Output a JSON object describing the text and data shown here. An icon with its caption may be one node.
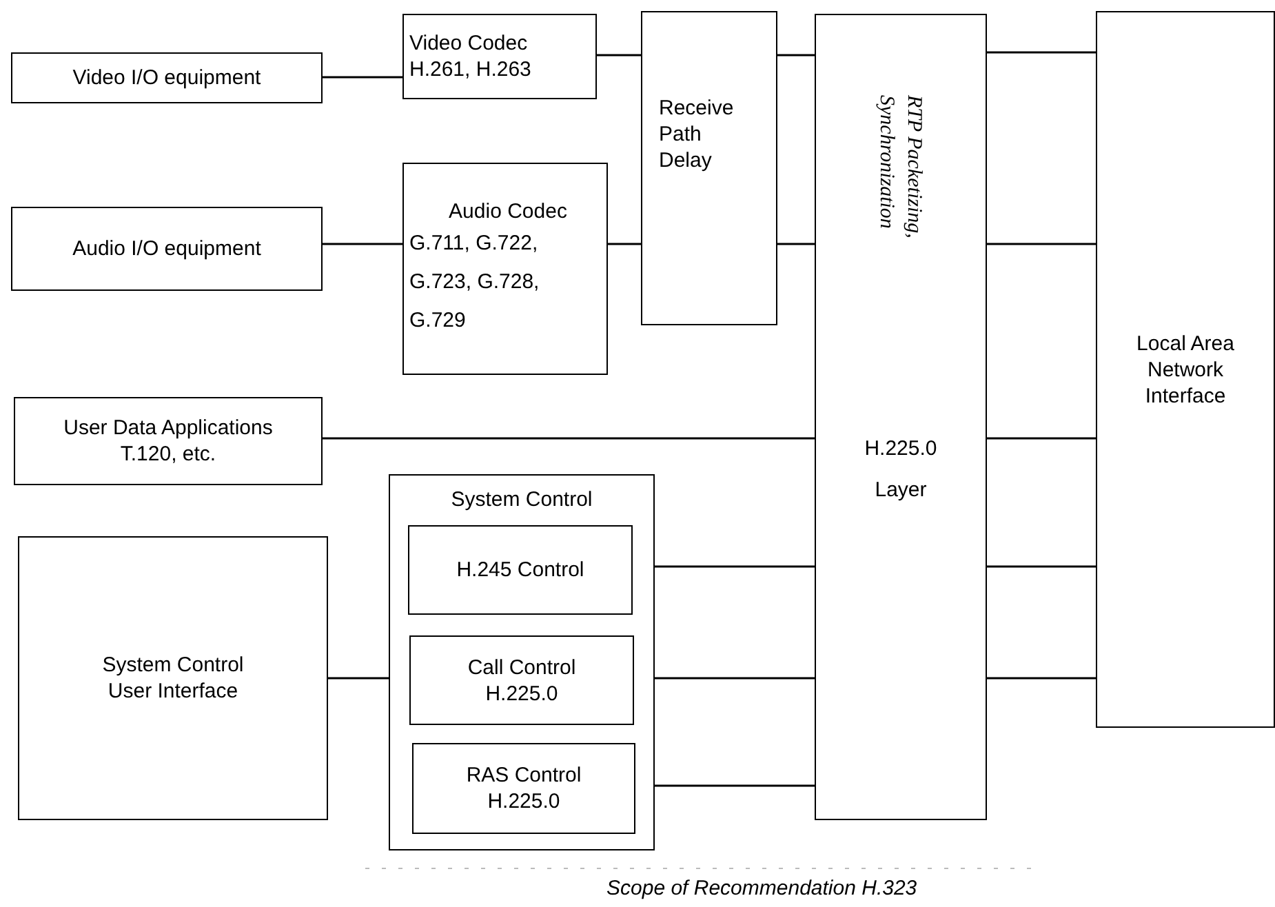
{
  "diagram": {
    "caption": "Scope of Recommendation H.323",
    "nodes": [
      {
        "text": [
          "Video I/O equipment"
        ]
      },
      {
        "text": [
          "Video Codec",
          "H.261, H.263"
        ]
      },
      {
        "text": [
          "Audio I/O equipment"
        ]
      },
      {
        "text": [
          "Audio Codec",
          "G.711, G.722, G.723, G.728, G.729"
        ]
      },
      {
        "text": [
          "Receive Path Delay"
        ]
      },
      {
        "text": [
          "RTP Packetizing, Synchronization",
          "H.225.0 Layer"
        ]
      },
      {
        "text": [
          "Local Area Network Interface"
        ]
      },
      {
        "text": [
          "User Data Applications T.120, etc."
        ]
      },
      {
        "text": [
          "System Control"
        ]
      },
      {
        "text": [
          "H.245 Control"
        ],
        "in": 8
      },
      {
        "text": [
          "Call Control H.225.0"
        ],
        "in": 8
      },
      {
        "text": [
          "RAS Control H.225.0"
        ],
        "in": 8
      },
      {
        "text": [
          "System Control User Interface"
        ]
      }
    ],
    "edges": [
      {
        "from": 0,
        "to": 1,
        "arrow": "none"
      },
      {
        "from": 1,
        "to": 4,
        "arrow": "none"
      },
      {
        "from": 4,
        "to": 5,
        "arrow": "none"
      },
      {
        "from": 2,
        "to": 3,
        "arrow": "none"
      },
      {
        "from": 3,
        "to": 4,
        "arrow": "none"
      },
      {
        "from": 4,
        "to": 5,
        "arrow": "none"
      },
      {
        "from": 7,
        "to": 5,
        "arrow": "none"
      },
      {
        "from": 9,
        "to": 5,
        "arrow": "none"
      },
      {
        "from": 10,
        "to": 5,
        "arrow": "none"
      },
      {
        "from": 11,
        "to": 5,
        "arrow": "none"
      },
      {
        "from": 12,
        "to": 8,
        "arrow": "none"
      },
      {
        "from": 5,
        "to": 6,
        "arrow": "none"
      },
      {
        "from": 5,
        "to": 6,
        "arrow": "none"
      },
      {
        "from": 5,
        "to": 6,
        "arrow": "none"
      },
      {
        "from": 5,
        "to": 6,
        "arrow": "none"
      },
      {
        "from": 5,
        "to": 6,
        "arrow": "none"
      }
    ]
  }
}
